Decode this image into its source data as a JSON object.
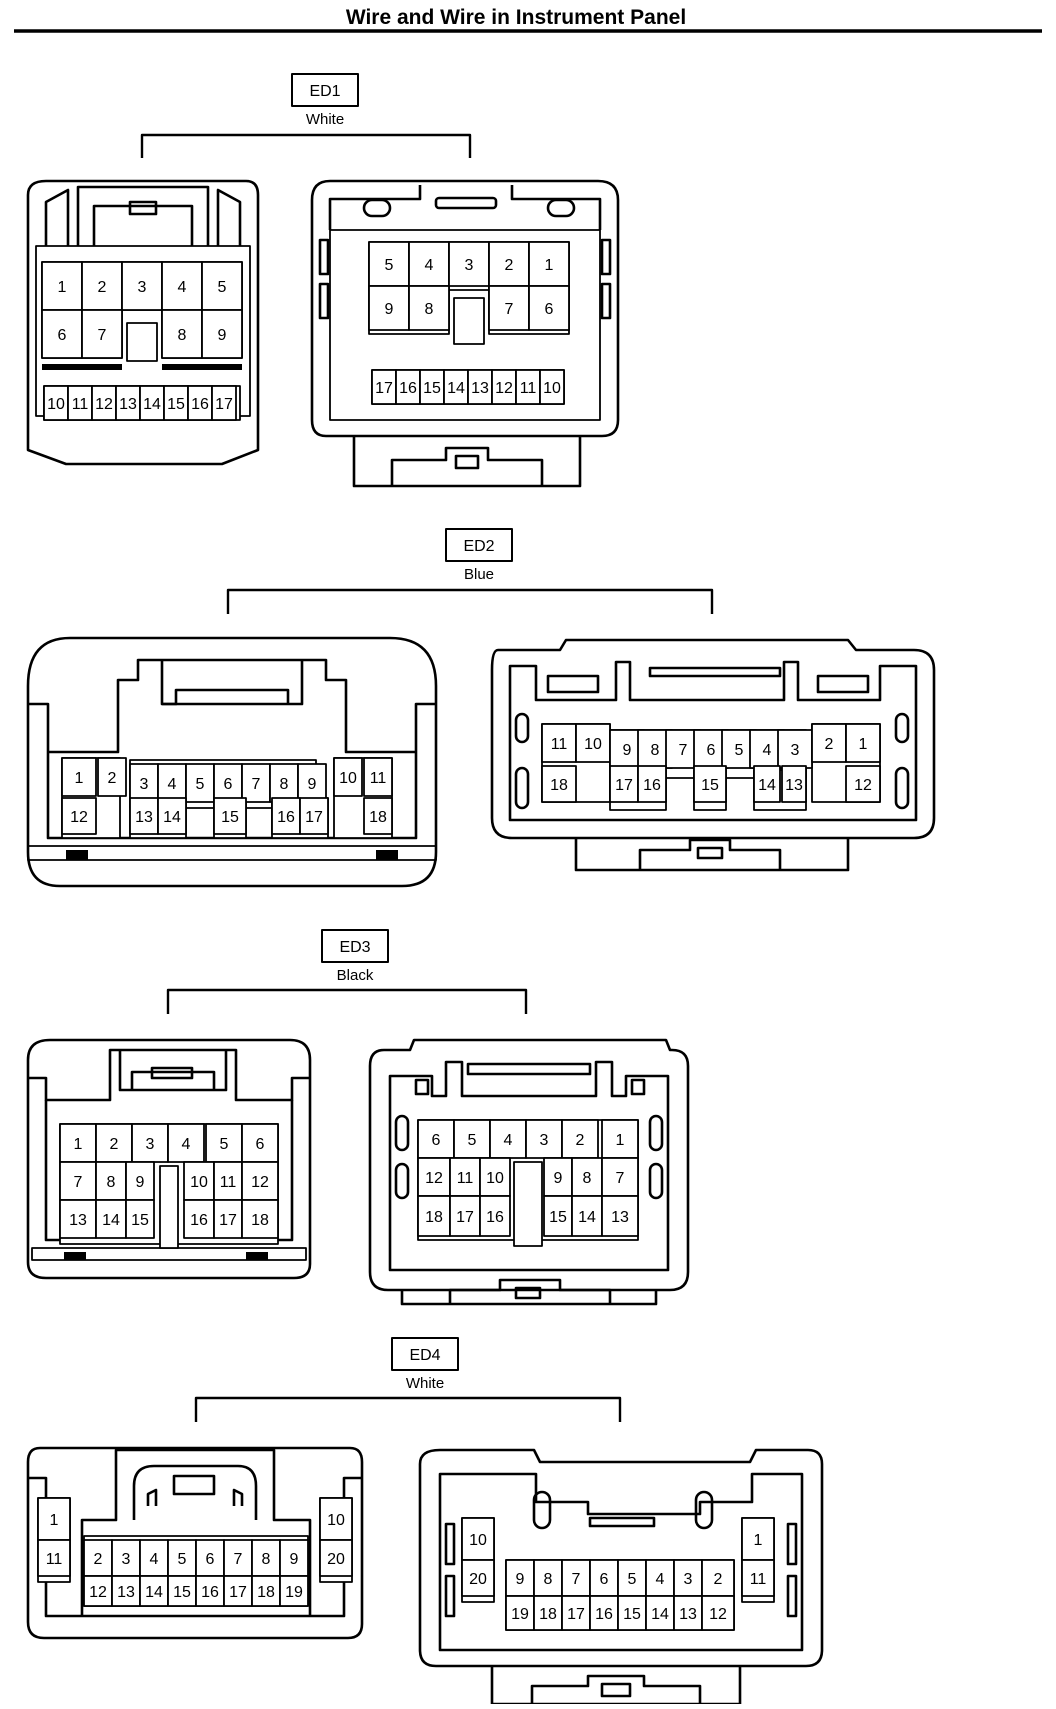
{
  "page_title": "Wire and Wire in Instrument Panel",
  "connectors": [
    {
      "code": "ED1",
      "color": "White",
      "female_rows": [
        [
          "1",
          "2",
          "3",
          "4",
          "5"
        ],
        [
          "6",
          "7",
          "8",
          "9"
        ],
        [
          "10",
          "11",
          "12",
          "13",
          "14",
          "15",
          "16",
          "17"
        ]
      ],
      "male_rows": [
        [
          "5",
          "4",
          "3",
          "2",
          "1"
        ],
        [
          "9",
          "8",
          "7",
          "6"
        ],
        [
          "17",
          "16",
          "15",
          "14",
          "13",
          "12",
          "11",
          "10"
        ]
      ]
    },
    {
      "code": "ED2",
      "color": "Blue",
      "female_rows": [
        [
          "1",
          "2",
          "3",
          "4",
          "5",
          "6",
          "7",
          "8",
          "9",
          "10",
          "11"
        ],
        [
          "12",
          "13",
          "14",
          "15",
          "16",
          "17",
          "18"
        ]
      ],
      "male_rows": [
        [
          "11",
          "10",
          "9",
          "8",
          "7",
          "6",
          "5",
          "4",
          "3",
          "2",
          "1"
        ],
        [
          "18",
          "17",
          "16",
          "15",
          "14",
          "13",
          "12"
        ]
      ]
    },
    {
      "code": "ED3",
      "color": "Black",
      "female_rows": [
        [
          "1",
          "2",
          "3",
          "4",
          "5",
          "6"
        ],
        [
          "7",
          "8",
          "9",
          "10",
          "11",
          "12"
        ],
        [
          "13",
          "14",
          "15",
          "16",
          "17",
          "18"
        ]
      ],
      "male_rows": [
        [
          "6",
          "5",
          "4",
          "3",
          "2",
          "1"
        ],
        [
          "12",
          "11",
          "10",
          "9",
          "8",
          "7"
        ],
        [
          "18",
          "17",
          "16",
          "15",
          "14",
          "13"
        ]
      ]
    },
    {
      "code": "ED4",
      "color": "White",
      "female_rows": [
        [
          "1",
          "10"
        ],
        [
          "11",
          "2",
          "3",
          "4",
          "5",
          "6",
          "7",
          "8",
          "9",
          "20"
        ],
        [
          "12",
          "13",
          "14",
          "15",
          "16",
          "17",
          "18",
          "19"
        ]
      ],
      "male_rows": [
        [
          "10",
          "1"
        ],
        [
          "20",
          "9",
          "8",
          "7",
          "6",
          "5",
          "4",
          "3",
          "2",
          "11"
        ],
        [
          "19",
          "18",
          "17",
          "16",
          "15",
          "14",
          "13",
          "12"
        ]
      ]
    }
  ]
}
